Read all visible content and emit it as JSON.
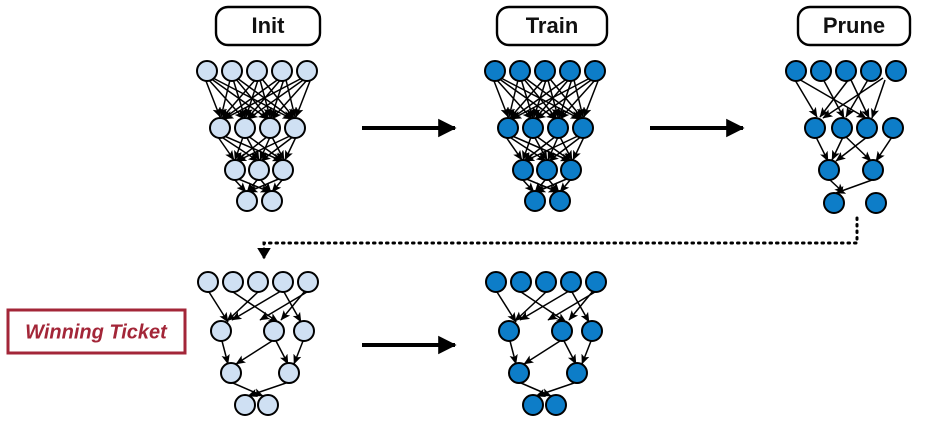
{
  "figure": {
    "title_labels": [
      {
        "id": "init",
        "text": "Init"
      },
      {
        "id": "train",
        "text": "Train"
      },
      {
        "id": "prune",
        "text": "Prune"
      }
    ],
    "winning_ticket_label": "Winning Ticket",
    "colors": {
      "node_untrained": "#cfe0f3",
      "node_trained": "#0d7dc8",
      "node_outline": "#000000",
      "edge": "#000000",
      "winning_ticket_accent": "#a32638",
      "background": "#ffffff"
    },
    "networks": [
      {
        "id": "init",
        "node_state": "untrained",
        "layer_sizes": [
          5,
          4,
          3,
          2
        ],
        "connectivity": "fully-connected",
        "label": "Init"
      },
      {
        "id": "train",
        "node_state": "trained",
        "layer_sizes": [
          5,
          4,
          3,
          2
        ],
        "connectivity": "fully-connected",
        "label": "Train"
      },
      {
        "id": "prune",
        "node_state": "trained",
        "layer_sizes": [
          5,
          4,
          2,
          2
        ],
        "connectivity": "sparse",
        "label": "Prune",
        "has_continuation_dots": true
      },
      {
        "id": "winning-ticket-init",
        "node_state": "untrained",
        "layer_sizes": [
          5,
          3,
          2,
          2
        ],
        "connectivity": "sparse",
        "label": "Winning Ticket"
      },
      {
        "id": "winning-ticket-train",
        "node_state": "trained",
        "layer_sizes": [
          5,
          3,
          2,
          2
        ],
        "connectivity": "sparse",
        "label": ""
      }
    ],
    "arrows": [
      {
        "id": "init-to-train",
        "style": "solid",
        "direction": "right"
      },
      {
        "id": "train-to-prune",
        "style": "solid",
        "direction": "right"
      },
      {
        "id": "prune-to-winning-ticket",
        "style": "dotted",
        "direction": "down-left"
      },
      {
        "id": "ticket-init-to-ticket-train",
        "style": "solid",
        "direction": "right"
      }
    ]
  }
}
